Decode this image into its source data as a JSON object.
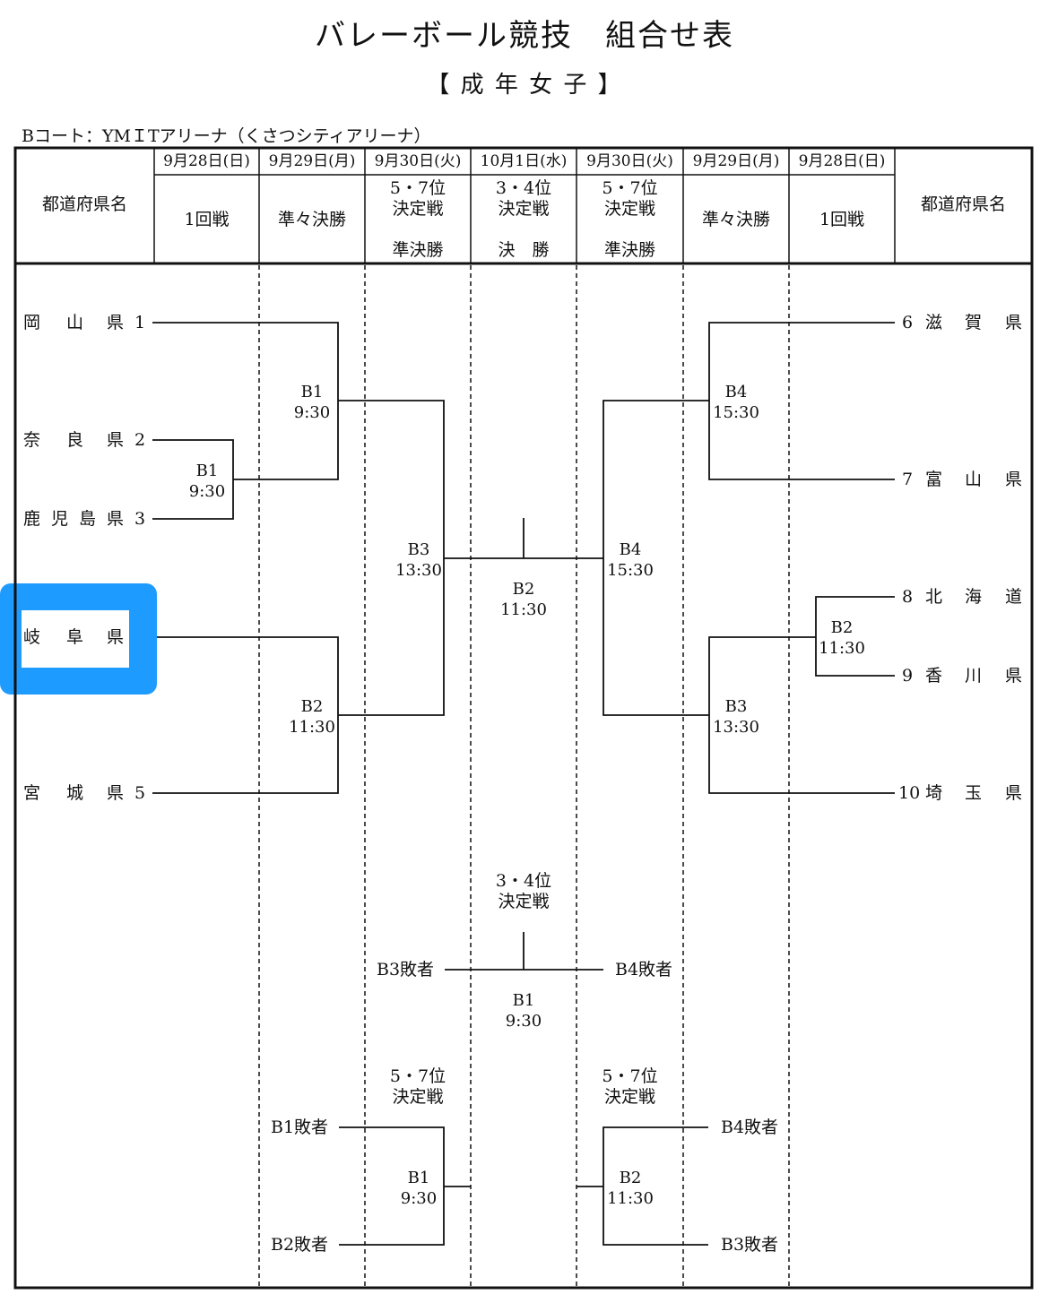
{
  "title": "バレーボール競技　組合せ表",
  "subtitle": "【 成 年 女 子 】",
  "venue": "Bコート：YMＩTアリーナ（くさつシティアリーナ）",
  "header": {
    "pref_label": "都道府県名",
    "dates": [
      "9月28日(日)",
      "9月29日(月)",
      "9月30日(火)",
      "10月1日(水)",
      "9月30日(火)",
      "9月29日(月)",
      "9月28日(日)"
    ],
    "rounds": [
      "1回戦",
      "準々決勝",
      "5・7位",
      "決定戦",
      "準決勝",
      "3・4位",
      "決定戦",
      "決　勝",
      "5・7位",
      "決定戦",
      "準決勝",
      "準々決勝",
      "1回戦"
    ]
  },
  "left_teams": [
    {
      "chars": [
        "岡",
        "山",
        "県"
      ],
      "num": "1"
    },
    {
      "chars": [
        "奈",
        "良",
        "県"
      ],
      "num": "2"
    },
    {
      "chars": [
        "鹿",
        "児",
        "島",
        "県"
      ],
      "num": "3"
    },
    {
      "chars": [
        "岐",
        "阜",
        "県"
      ],
      "num": ""
    },
    {
      "chars": [
        "宮",
        "城",
        "県"
      ],
      "num": "5"
    }
  ],
  "right_teams": [
    {
      "num": "6",
      "chars": [
        "滋",
        "賀",
        "県"
      ]
    },
    {
      "num": "7",
      "chars": [
        "富",
        "山",
        "県"
      ]
    },
    {
      "num": "8",
      "chars": [
        "北",
        "海",
        "道"
      ]
    },
    {
      "num": "9",
      "chars": [
        "香",
        "川",
        "県"
      ]
    },
    {
      "num": "10",
      "chars": [
        "埼",
        "玉",
        "県"
      ]
    }
  ],
  "matches": [
    {
      "court": "B1",
      "time": "9:30"
    },
    {
      "court": "B1",
      "time": "9:30"
    },
    {
      "court": "B2",
      "time": "11:30"
    },
    {
      "court": "B3",
      "time": "13:30"
    },
    {
      "court": "B2",
      "time": "11:30"
    },
    {
      "court": "B4",
      "time": "15:30"
    },
    {
      "court": "B4",
      "time": "15:30"
    },
    {
      "court": "B2",
      "time": "11:30"
    },
    {
      "court": "B3",
      "time": "13:30"
    },
    {
      "court": "B1",
      "time": "9:30"
    },
    {
      "court": "B1",
      "time": "9:30"
    },
    {
      "court": "B2",
      "time": "11:30"
    }
  ],
  "placement": {
    "third_label_1": "3・4位",
    "third_label_2": "決定戦",
    "fifth_label_1": "5・7位",
    "fifth_label_2": "決定戦",
    "loser_b3": "B3敗者",
    "loser_b4": "B4敗者",
    "loser_b1": "B1敗者",
    "loser_b2": "B2敗者"
  },
  "highlight_color": "#1e9bff"
}
